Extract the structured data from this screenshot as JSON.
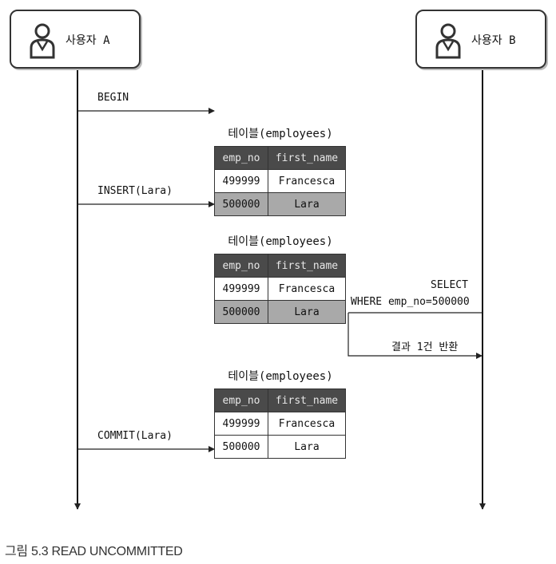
{
  "user_a": {
    "name": "사용자 A"
  },
  "user_b": {
    "name": "사용자 B"
  },
  "messages": {
    "begin": "BEGIN",
    "insert": "INSERT(Lara)",
    "select_line1": "SELECT",
    "select_line2": "WHERE emp_no=500000",
    "result": "결과 1건 반환",
    "commit": "COMMIT(Lara)"
  },
  "tables": [
    {
      "title": "테이블(employees)",
      "headers": [
        "emp_no",
        "first_name"
      ],
      "rows": [
        [
          "499999",
          "Francesca"
        ],
        [
          "500000",
          "Lara"
        ]
      ],
      "highlighted_row": 1
    },
    {
      "title": "테이블(employees)",
      "headers": [
        "emp_no",
        "first_name"
      ],
      "rows": [
        [
          "499999",
          "Francesca"
        ],
        [
          "500000",
          "Lara"
        ]
      ],
      "highlighted_row": 1
    },
    {
      "title": "테이블(employees)",
      "headers": [
        "emp_no",
        "first_name"
      ],
      "rows": [
        [
          "499999",
          "Francesca"
        ],
        [
          "500000",
          "Lara"
        ]
      ],
      "highlighted_row": null
    }
  ],
  "caption": "그림 5.3 READ UNCOMMITTED"
}
